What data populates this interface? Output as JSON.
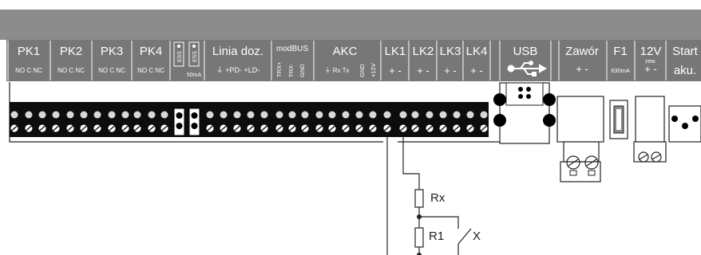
{
  "header": {
    "groups": [
      {
        "name": "PK1",
        "sub": "NO C NC"
      },
      {
        "name": "PK2",
        "sub": "NO C NC"
      },
      {
        "name": "PK3",
        "sub": "NO C NC"
      },
      {
        "name": "PK4",
        "sub": "NO C NC"
      }
    ],
    "jumpers": {
      "label_a": "ESS",
      "label_b": "ESS",
      "sub": "50mA"
    },
    "linia": {
      "name": "Linia doz.",
      "sub": "⏚ +PD- +LD-"
    },
    "modbus": {
      "name": "modBUS",
      "pins": [
        "TRX+",
        "TRX-",
        "GND"
      ]
    },
    "akc": {
      "name": "AKC",
      "sub": "⏚ Rx Tx",
      "pins": [
        "GND",
        "+12V"
      ]
    },
    "lk": [
      {
        "name": "LK1",
        "sub": "+ -"
      },
      {
        "name": "LK2",
        "sub": "+ -"
      },
      {
        "name": "LK3",
        "sub": "+ -"
      },
      {
        "name": "LK4",
        "sub": "+ -"
      }
    ],
    "usb": {
      "name": "USB"
    },
    "zawor": {
      "name": "Zawór",
      "sub": "+ -"
    },
    "fuse": {
      "name": "F1",
      "sub": "630mA"
    },
    "power": {
      "name": "12V",
      "sub_a": "zew.",
      "sub_b": "+ -"
    },
    "start": {
      "name": "Start",
      "sub": "aku."
    }
  },
  "circuit": {
    "labels": {
      "rx": "Rx",
      "r1": "R1",
      "switch": "X"
    }
  },
  "colors": {
    "header_bg": "#7a7a7a",
    "header_top": "#8c8c8c",
    "line": "#222222"
  }
}
